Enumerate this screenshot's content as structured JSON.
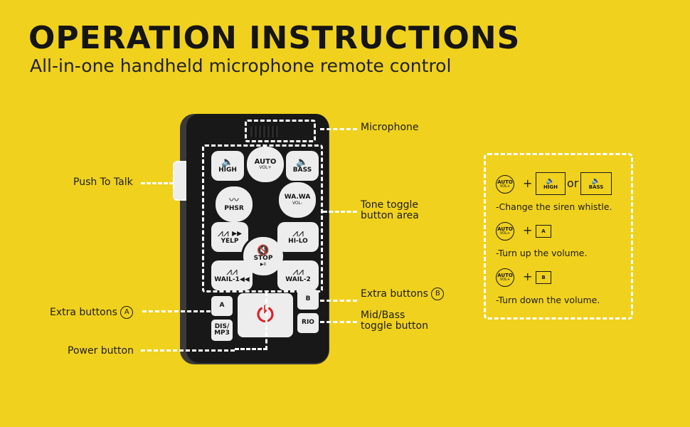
{
  "header": {
    "title": "OPERATION INSTRUCTIONS",
    "subtitle": "All-in-one handheld microphone remote control"
  },
  "callouts": {
    "microphone": "Microphone",
    "push_to_talk": "Push To Talk",
    "tone_toggle_line1": "Tone toggle",
    "tone_toggle_line2": "button area",
    "extra_buttons_b": "Extra buttons",
    "extra_b_letter": "B",
    "extra_buttons_a": "Extra buttons",
    "extra_a_letter": "A",
    "mid_bass_line1": "Mid/Bass",
    "mid_bass_line2": "toggle button",
    "power_button": "Power button"
  },
  "remote_buttons": {
    "high": "HIGH",
    "auto": "AUTO",
    "auto_sub": "VOL+",
    "bass": "BASS",
    "phsr": "PHSR",
    "wawa": "WA.WA",
    "wawa_sub": "VOL-",
    "yelp": "YELP",
    "hilo": "HI-LO",
    "stop": "STOP",
    "stop_sub": "▶II",
    "wail1": "WAIL-1◀◀",
    "wail2": "WAIL-2",
    "a": "A",
    "b": "B",
    "dis": "DIS/",
    "dis_sub": "MP3",
    "rio": "RIO",
    "power_icon": "⏻"
  },
  "legend": {
    "auto": "AUTO",
    "auto_sub": "VOL+",
    "plus": "+",
    "or": "or",
    "high": "HIGH",
    "bass": "BASS",
    "a": "A",
    "b": "B",
    "desc1": "-Change the siren whistle.",
    "desc2": "-Turn up the volume.",
    "desc3": "-Turn down the volume."
  },
  "colors": {
    "background": "#f0d11e",
    "remote_body": "#181818",
    "button": "#ededed",
    "power_red": "#d8262a"
  }
}
